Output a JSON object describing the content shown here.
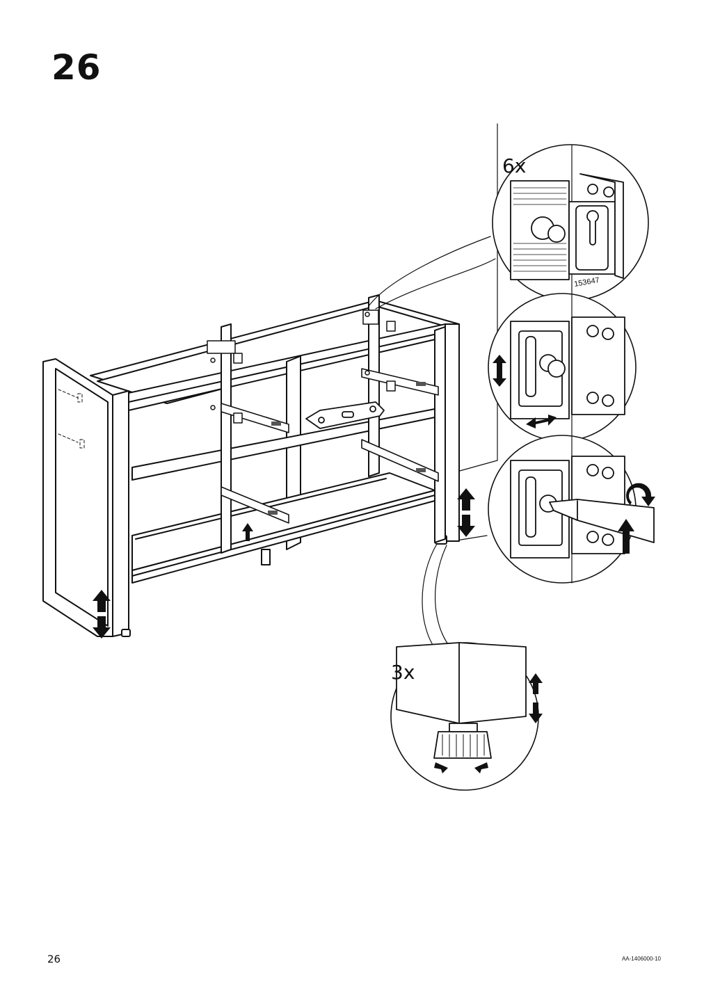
{
  "step": {
    "number": "26"
  },
  "callouts": {
    "wall_bracket_qty": "6x",
    "part_number": "153647",
    "foot_qty": "3x"
  },
  "footer": {
    "page_number": "26",
    "doc_code": "AA-1406000-10"
  },
  "icons": [
    "double-arrow-vertical-icon",
    "double-arrow-horizontal-icon",
    "rotate-arrow-icon",
    "curved-arrow-icon",
    "screwdriver-icon"
  ]
}
